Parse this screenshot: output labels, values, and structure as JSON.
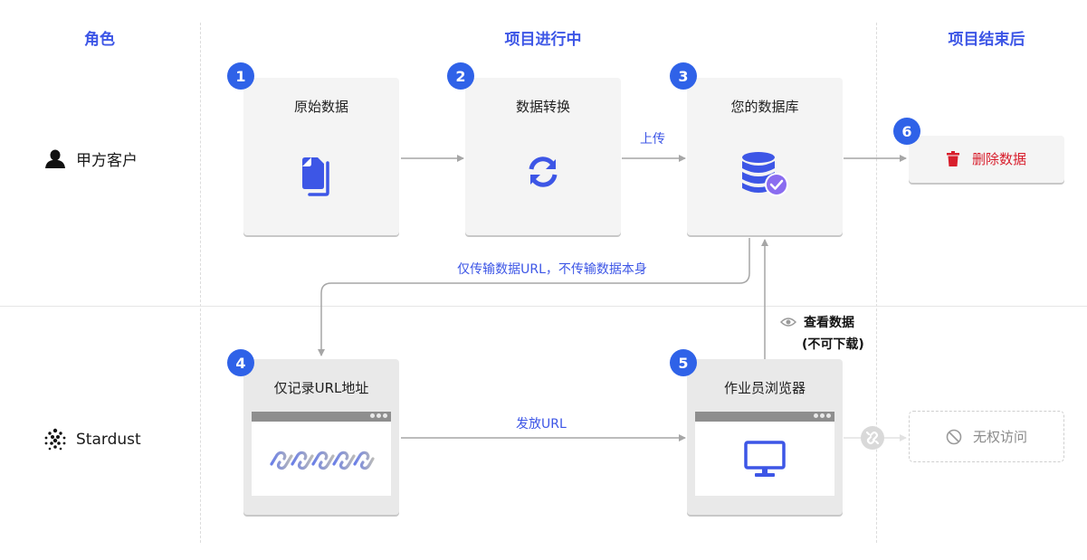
{
  "columns": {
    "role": "角色",
    "during": "项目进行中",
    "after": "项目结束后"
  },
  "roles": {
    "client": "甲方客户",
    "stardust": "Stardust"
  },
  "steps": [
    {
      "num": "1",
      "title": "原始数据"
    },
    {
      "num": "2",
      "title": "数据转换"
    },
    {
      "num": "3",
      "title": "您的数据库"
    },
    {
      "num": "4",
      "title": "仅记录URL地址"
    },
    {
      "num": "5",
      "title": "作业员浏览器"
    },
    {
      "num": "6",
      "title": "删除数据"
    }
  ],
  "labels": {
    "upload": "上传",
    "url_only": "仅传输数据URL，不传输数据本身",
    "issue_url": "发放URL",
    "view_line1": "查看数据",
    "view_line2": "(不可下载)",
    "no_access": "无权访问"
  },
  "colors": {
    "accent": "#3d56e6",
    "badge": "#2f62e8",
    "delete": "#d81e2c",
    "arrow": "#a6a6a6"
  },
  "icons": [
    "person-icon",
    "stardust-logo-icon",
    "documents-icon",
    "sync-icon",
    "database-check-icon",
    "trash-icon",
    "link-chain-icon",
    "monitor-icon",
    "eye-icon",
    "broken-link-icon",
    "forbidden-icon"
  ]
}
